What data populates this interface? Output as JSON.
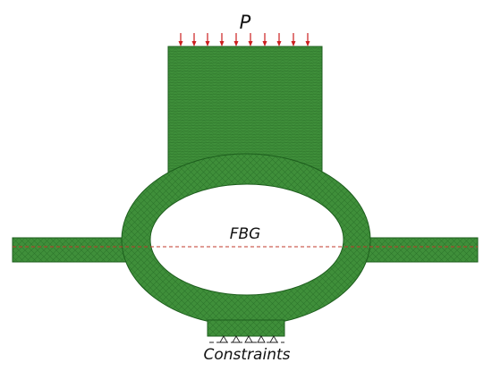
{
  "labels": {
    "load": "P",
    "sensor": "FBG",
    "support": "Constraints"
  },
  "colors": {
    "mesh_fill": "#3f8f3a",
    "mesh_line": "#1d5e1d",
    "load_arrow": "#cc1f1f",
    "fiber_line": "#c0392b",
    "constraint_line": "#222222"
  },
  "icons": {
    "load": "down-arrow-icon",
    "constraint": "triangle-support-icon"
  }
}
